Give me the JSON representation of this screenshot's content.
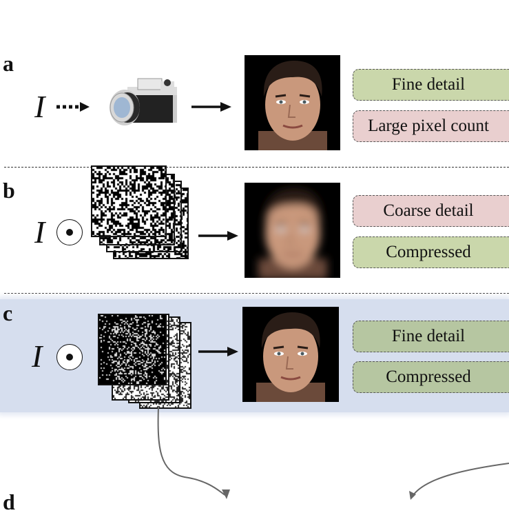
{
  "panels": [
    {
      "label": "a",
      "symbol": "I",
      "operator": "dotted-arrow",
      "device_icon": "camera-icon",
      "tags": [
        {
          "text": "Fine detail",
          "color": "#cad7ab"
        },
        {
          "text": "Large pixel count",
          "color": "#e9cfcf"
        }
      ]
    },
    {
      "label": "b",
      "symbol": "I",
      "operator": "odot",
      "masks": "random-binary-masks",
      "tags": [
        {
          "text": "Coarse detail",
          "color": "#e9cfcf"
        },
        {
          "text": "Compressed",
          "color": "#cad7ab"
        }
      ]
    },
    {
      "label": "c",
      "symbol": "I",
      "operator": "odot",
      "masks": "learned-face-masks",
      "highlight": "#d6deee",
      "tags": [
        {
          "text": "Fine detail",
          "color": "#b6c6a1"
        },
        {
          "text": "Compressed",
          "color": "#b6c6a1"
        }
      ]
    },
    {
      "label": "d"
    }
  ]
}
